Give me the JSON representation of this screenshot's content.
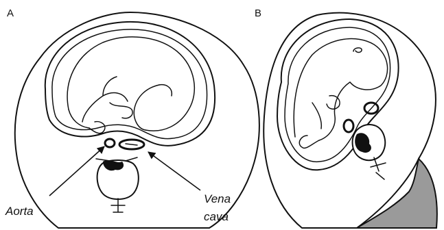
{
  "panels": [
    {
      "id": "A",
      "letter": "A"
    },
    {
      "id": "B",
      "letter": "B"
    }
  ],
  "labels": {
    "aorta": "Aorta",
    "vena_cava_line1": "Vena",
    "vena_cava_line2": "cava"
  },
  "colors": {
    "ink": "#111111",
    "background": "#ffffff",
    "liver_shade": "#9a9a9a"
  }
}
